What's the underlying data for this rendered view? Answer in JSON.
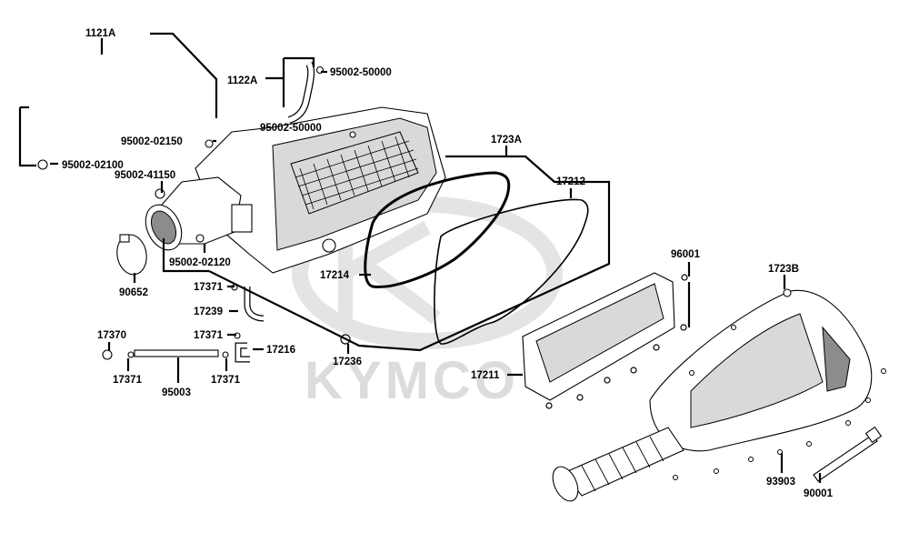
{
  "watermark": {
    "text": "KYMCO"
  },
  "labels": {
    "p1121A": "1121A",
    "p1122A": "1122A",
    "p95002_50000_a": "95002-50000",
    "p95002_50000_b": "95002-50000",
    "p95002_02150": "95002-02150",
    "p95002_02100": "95002-02100",
    "p95002_41150": "95002-41150",
    "p95002_02120": "95002-02120",
    "p90652": "90652",
    "p1723A": "1723A",
    "p17212": "17212",
    "p17214": "17214",
    "p96001": "96001",
    "p1723B": "1723B",
    "p17371_a": "17371",
    "p17239": "17239",
    "p17371_b": "17371",
    "p17216": "17216",
    "p17370": "17370",
    "p17371_c": "17371",
    "p17371_d": "17371",
    "p95003": "95003",
    "p17236": "17236",
    "p17211": "17211",
    "p93903": "93903",
    "p90001": "90001"
  },
  "colors": {
    "line": "#000000",
    "watermark": "#dcdcdc",
    "shade": "#d9d9d9"
  }
}
